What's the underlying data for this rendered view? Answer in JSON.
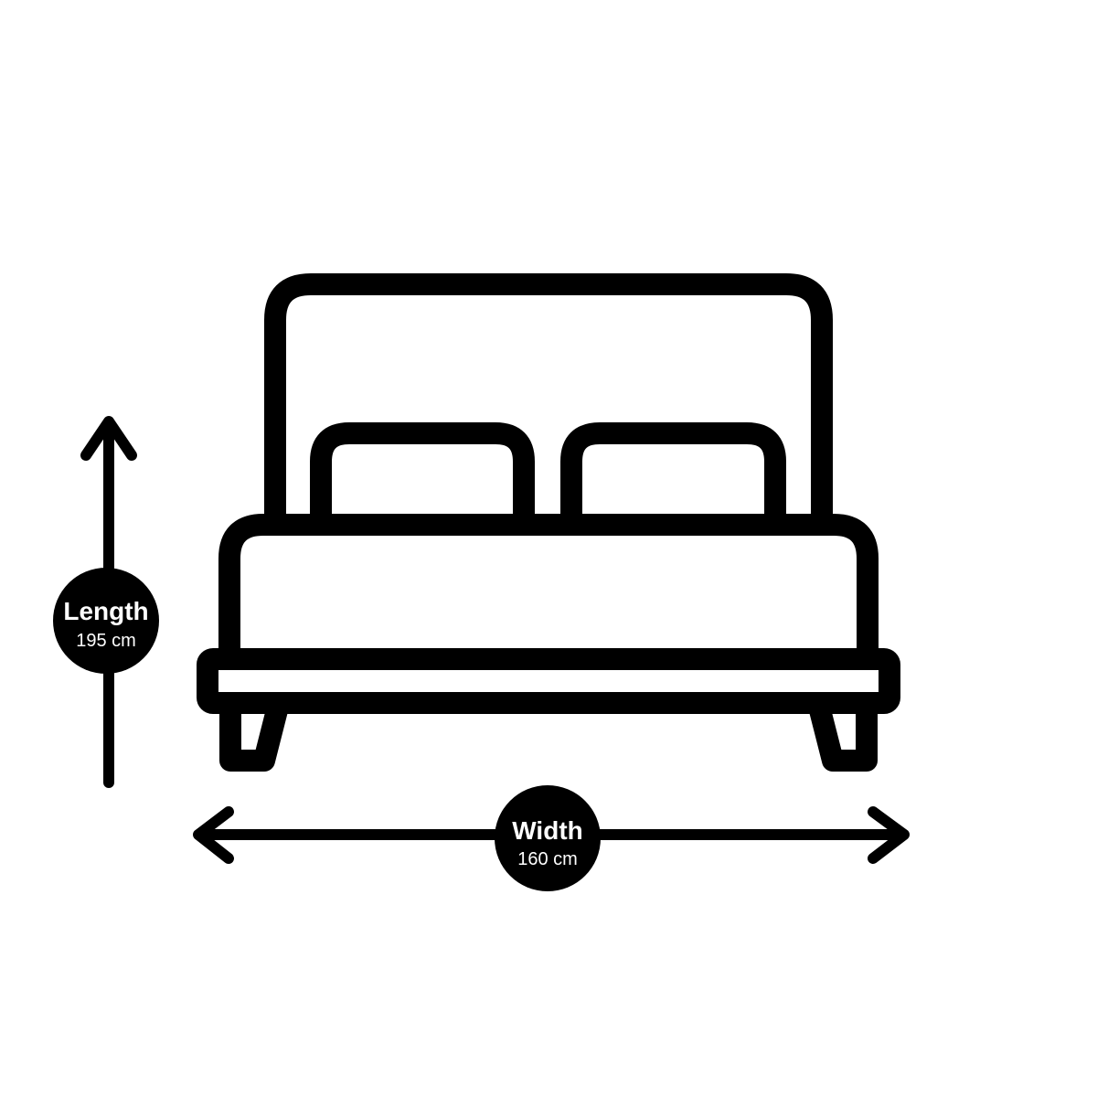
{
  "length": {
    "title": "Length",
    "value": "195 cm"
  },
  "width": {
    "title": "Width",
    "value": "160 cm"
  },
  "icons": {
    "bed": "bed-icon",
    "length_arrow": "vertical-arrow-icon",
    "width_arrow": "double-headed-horizontal-arrow-icon"
  },
  "colors": {
    "ink": "#000000",
    "background": "#ffffff",
    "label_text": "#ffffff"
  }
}
